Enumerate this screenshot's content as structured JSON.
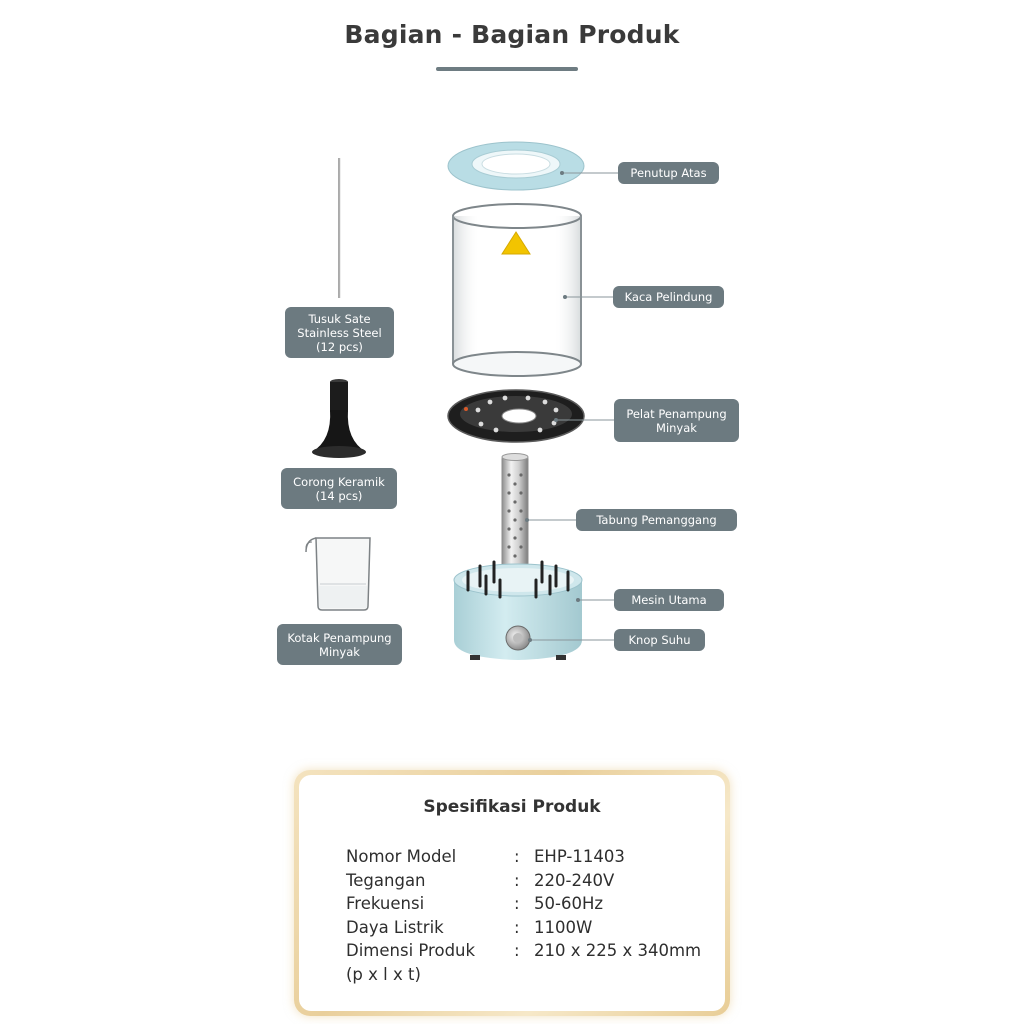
{
  "page_title": "Bagian - Bagian Produk",
  "parts_left": [
    {
      "id": "skewer",
      "label": "Tusuk Sate\nStainless Steel\n(12 pcs)"
    },
    {
      "id": "funnel",
      "label": "Corong Keramik\n(14 pcs)"
    },
    {
      "id": "oil_box",
      "label": "Kotak Penampung\nMinyak"
    }
  ],
  "parts_right": [
    {
      "id": "top_cover",
      "label": "Penutup Atas"
    },
    {
      "id": "glass",
      "label": "Kaca Pelindung"
    },
    {
      "id": "oil_plate",
      "label": "Pelat Penampung\nMinyak"
    },
    {
      "id": "grill_tube",
      "label": "Tabung Pemanggang"
    },
    {
      "id": "main_unit",
      "label": "Mesin Utama"
    },
    {
      "id": "knob",
      "label": "Knop Suhu"
    }
  ],
  "specs": {
    "title": "Spesifikasi Produk",
    "rows": [
      {
        "key": "Nomor Model",
        "sep": ":",
        "value": "EHP-11403"
      },
      {
        "key": "Tegangan",
        "sep": ":",
        "value": "220-240V"
      },
      {
        "key": "Frekuensi",
        "sep": ":",
        "value": "50-60Hz"
      },
      {
        "key": "Daya Listrik",
        "sep": ":",
        "value": "1100W"
      },
      {
        "key": "Dimensi Produk",
        "sep": ":",
        "value": "210 x 225 x 340mm"
      },
      {
        "key": "(p x l x t)",
        "sep": "",
        "value": ""
      }
    ]
  },
  "colors": {
    "label_bg": "#6c7a80",
    "title_rule": "#6e7c82",
    "device_blue": "#bcdde3",
    "frame_gold": "#e9cf9b"
  }
}
